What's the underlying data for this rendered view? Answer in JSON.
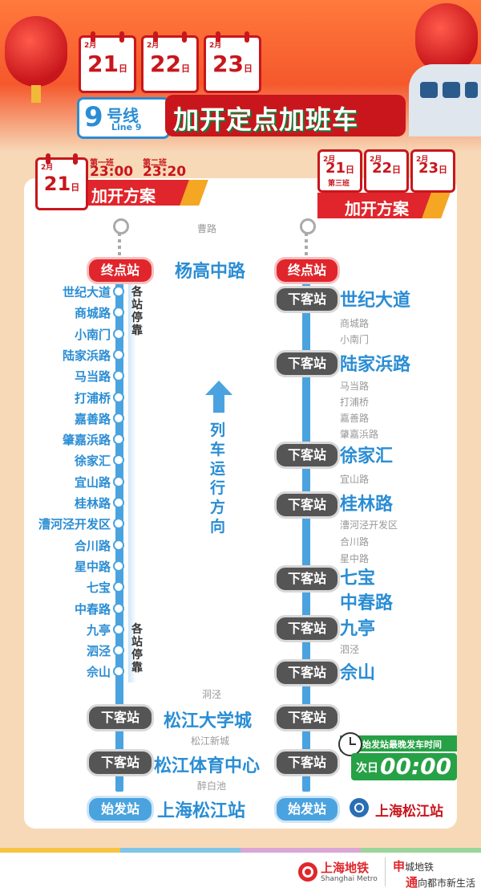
{
  "header": {
    "dates": [
      {
        "month": "2月",
        "day": "21",
        "unit": "日"
      },
      {
        "month": "2月",
        "day": "22",
        "unit": "日"
      },
      {
        "month": "2月",
        "day": "23",
        "unit": "日"
      }
    ],
    "line_number": "9",
    "line_cn": "号线",
    "line_en": "Line 9",
    "headline": "加开定点加班车"
  },
  "left_plan": {
    "date": {
      "month": "2月",
      "day": "21",
      "unit": "日"
    },
    "shift1_label": "第一班",
    "shift1_time": "23:00",
    "shift2_label": "第二班",
    "shift2_time": "23:20",
    "title": "加开方案"
  },
  "right_plan": {
    "dates": [
      {
        "month": "2月",
        "day": "21",
        "unit": "日"
      },
      {
        "month": "2月",
        "day": "22",
        "unit": "日"
      },
      {
        "month": "2月",
        "day": "23",
        "unit": "日"
      }
    ],
    "shift3_label": "第三班",
    "title": "加开方案"
  },
  "labels": {
    "terminal": "终点站",
    "alight": "下客站",
    "origin": "始发站",
    "all_stop_top": "各站停靠",
    "all_stop_bottom": "各站停靠",
    "direction": "列车运行方向"
  },
  "center": {
    "caolu": "曹路",
    "yanggao": "杨高中路",
    "dongjing": "洞泾",
    "songjiang_univ": "松江大学城",
    "songjiang_new": "松江新城",
    "songjiang_sports": "松江体育中心",
    "zuibaichi": "醉白池",
    "songjiang_station": "上海松江站"
  },
  "left_stations": [
    "世纪大道",
    "商城路",
    "小南门",
    "陆家浜路",
    "马当路",
    "打浦桥",
    "嘉善路",
    "肇嘉浜路",
    "徐家汇",
    "宜山路",
    "桂林路",
    "漕河泾开发区",
    "合川路",
    "星中路",
    "七宝",
    "中春路",
    "九亭",
    "泗泾",
    "佘山"
  ],
  "right_stations": {
    "shiji": "世纪大道",
    "g1a": "商城路",
    "g1b": "小南门",
    "lujiabang": "陆家浜路",
    "g2a": "马当路",
    "g2b": "打浦桥",
    "g2c": "嘉善路",
    "g2d": "肇嘉浜路",
    "xujiahui": "徐家汇",
    "g3": "宜山路",
    "guilin": "桂林路",
    "g4a": "漕河泾开发区",
    "g4b": "合川路",
    "g4c": "星中路",
    "qibao": "七宝",
    "zhongchun": "中春路",
    "jiuting": "九亭",
    "g5": "泗泾",
    "sheshan": "佘山"
  },
  "last_departure": {
    "title": "始发站最晚发车时间",
    "next_day": "次日",
    "time": "00:00",
    "station_label": "上海松江站"
  },
  "footer": {
    "brand_cn": "上海地铁",
    "brand_en": "Shanghai Metro",
    "slogan1": "城地铁",
    "slogan1_mark": "申",
    "slogan2": "向都市新生活",
    "slogan2_mark": "通"
  },
  "colors": {
    "red": "#e0262c",
    "blue": "#2a8dd4",
    "green": "#27a146",
    "bg": "#f7d9b8"
  }
}
